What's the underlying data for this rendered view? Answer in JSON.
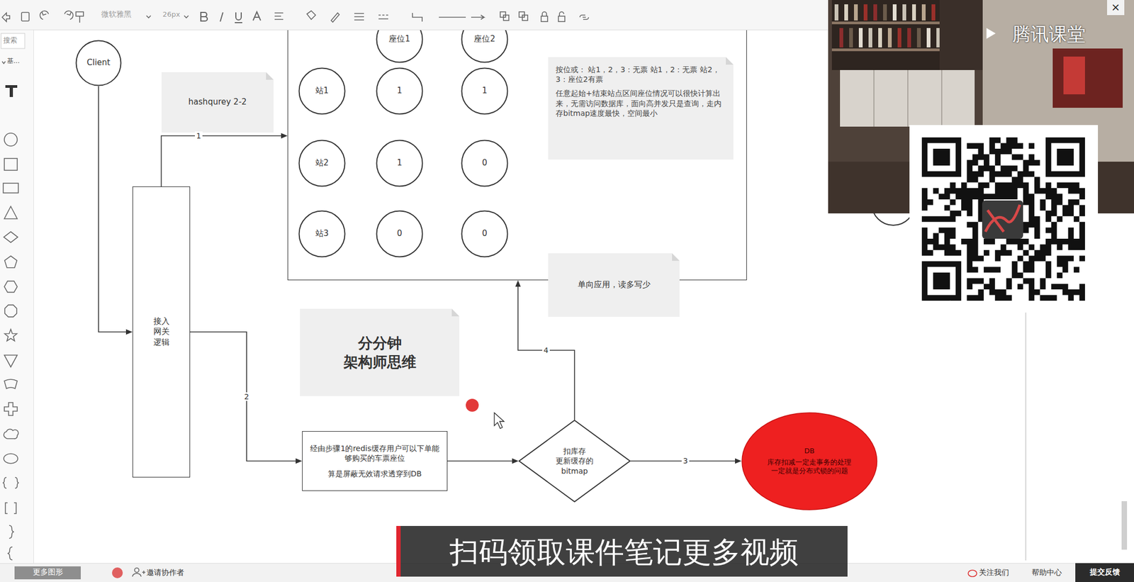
{
  "diagram": {
    "nodes": [
      {
        "text": [
          "Client"
        ]
      },
      {
        "text": [
          "hashqurey 2-2"
        ]
      },
      {
        "text": []
      },
      {
        "text": [
          "座位1"
        ],
        "in": 2
      },
      {
        "text": [
          "座位2"
        ],
        "in": 2
      },
      {
        "text": [
          "站1"
        ],
        "in": 2
      },
      {
        "text": [
          "1"
        ],
        "in": 2
      },
      {
        "text": [
          "1"
        ],
        "in": 2
      },
      {
        "text": [
          "站2"
        ],
        "in": 2
      },
      {
        "text": [
          "1"
        ],
        "in": 2
      },
      {
        "text": [
          "0"
        ],
        "in": 2
      },
      {
        "text": [
          "站3"
        ],
        "in": 2
      },
      {
        "text": [
          "0"
        ],
        "in": 2
      },
      {
        "text": [
          "0"
        ],
        "in": 2
      },
      {
        "text": [
          "按位或： 站1，2，3：无票 站1，2：无票 站2，3：座位2有票",
          "任意起始+结束站点区间座位情况可以很快计算出来，无需访问数据库，面向高并发只是查询，走内存bitmap速度最快，空间最小"
        ],
        "in": 2
      },
      {
        "text": [
          "接入 网关 逻辑"
        ]
      },
      {
        "text": [
          "单向应用，读多写少"
        ]
      },
      {
        "text": [
          "分分钟 架构师思维"
        ]
      },
      {
        "text": [
          "经由步骤1的redis缓存用户可以下单能够购买的车票座位",
          "算是屏蔽无效请求透穿到DB"
        ]
      },
      {
        "text": [
          "扣库存 更新缓存的 bitmap"
        ]
      },
      {
        "text": [
          "DB",
          "库存扣减一定走事务的处理 一定就是分布式锁的问题"
        ]
      }
    ],
    "edges": [
      {
        "from": 0,
        "to": 15,
        "arrow": "to"
      },
      {
        "from": 15,
        "to": 2,
        "label": "1",
        "arrow": "to"
      },
      {
        "from": 15,
        "to": 18,
        "label": "2",
        "arrow": "to"
      },
      {
        "from": 18,
        "to": 19,
        "arrow": "to"
      },
      {
        "from": 19,
        "to": 20,
        "label": "3",
        "arrow": "to"
      },
      {
        "from": 19,
        "to": 2,
        "label": "4",
        "arrow": "to"
      }
    ],
    "labels": [
      "微软雅黑",
      "26px",
      "搜索",
      "基...",
      "腾讯课堂",
      "×",
      "更多图形",
      "邀请协作者",
      "关注我们",
      "帮助中心",
      "提交反馈",
      "扫码领取课件笔记更多视频"
    ]
  }
}
